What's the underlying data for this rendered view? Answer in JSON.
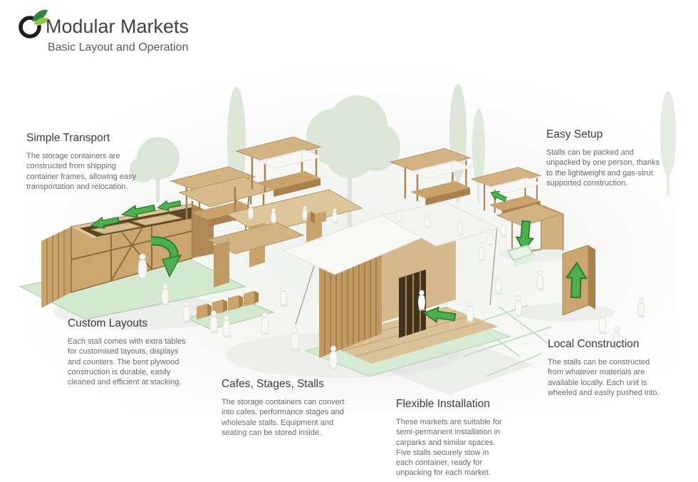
{
  "header": {
    "title": "Modular Markets",
    "subtitle": "Basic Layout and Operation",
    "logo_icon": "leaf-ring-logo"
  },
  "annotations": [
    {
      "id": "simple-transport",
      "title": "Simple Transport",
      "lines": [
        "The storage containers are",
        "constructed from shipping",
        "container frames, allowing easy",
        "transportation and relocation."
      ]
    },
    {
      "id": "easy-setup",
      "title": "Easy Setup",
      "lines": [
        "Stalls can be packed and",
        "unpacked by one person, thanks",
        "to the lightweight and gas-strut",
        "supported construction."
      ]
    },
    {
      "id": "custom-layouts",
      "title": "Custom Layouts",
      "lines": [
        "Each stall comes with extra tables",
        "for customised layouts, displays",
        "and counters. The bent plywood",
        "construction is durable, easily",
        "cleaned and efficient at stacking."
      ]
    },
    {
      "id": "cafes-stages-stalls",
      "title": "Cafes, Stages, Stalls",
      "lines": [
        "The storage containers can convert",
        "into cafes, performance stages and",
        "wholesale stalls. Equipment and",
        "seating can be stored inside."
      ]
    },
    {
      "id": "flexible-installation",
      "title": "Flexible Installation",
      "lines": [
        "These markets are suitable for",
        "semi-permanent installation in",
        "carparks and similar spaces.",
        "Five stalls securely stow in",
        "each container, ready for",
        "unpacking for each market."
      ]
    },
    {
      "id": "local-construction",
      "title": "Local Construction",
      "lines": [
        "The stalls can be constructed",
        "from whatever materials are",
        "available locally. Each unit is",
        "wheeled and easily pushed into."
      ]
    }
  ],
  "illustration": {
    "description": "Photo of a plywood and cardboard model of a modular market: a slatted shipping-container crate, canopy stalls, a large stall with white fabric sails, white paper figures, pale green ground planes, faint tree silhouettes and green direction arrows.",
    "arrow_green": "#4fae4f",
    "arrow_outline": "#2c7d33",
    "wood_mid": "#c9a36c",
    "wood_light": "#dcc49b",
    "wood_dark": "#a8814e",
    "ground_green": "#cfe8cb",
    "tree_silhouette": "#dce6d8",
    "figure_white": "#f7f7f4",
    "sail_white": "#f8f8f5",
    "logo_ring": "#1d1d1b",
    "logo_leaf_dark": "#2e8540",
    "logo_leaf_light": "#8dc63f"
  },
  "colors": {
    "page_bg": "#ffffff",
    "title": "#414141",
    "subtitle": "#595959",
    "heading": "#3c3c3c",
    "body": "#6b6b6b"
  }
}
